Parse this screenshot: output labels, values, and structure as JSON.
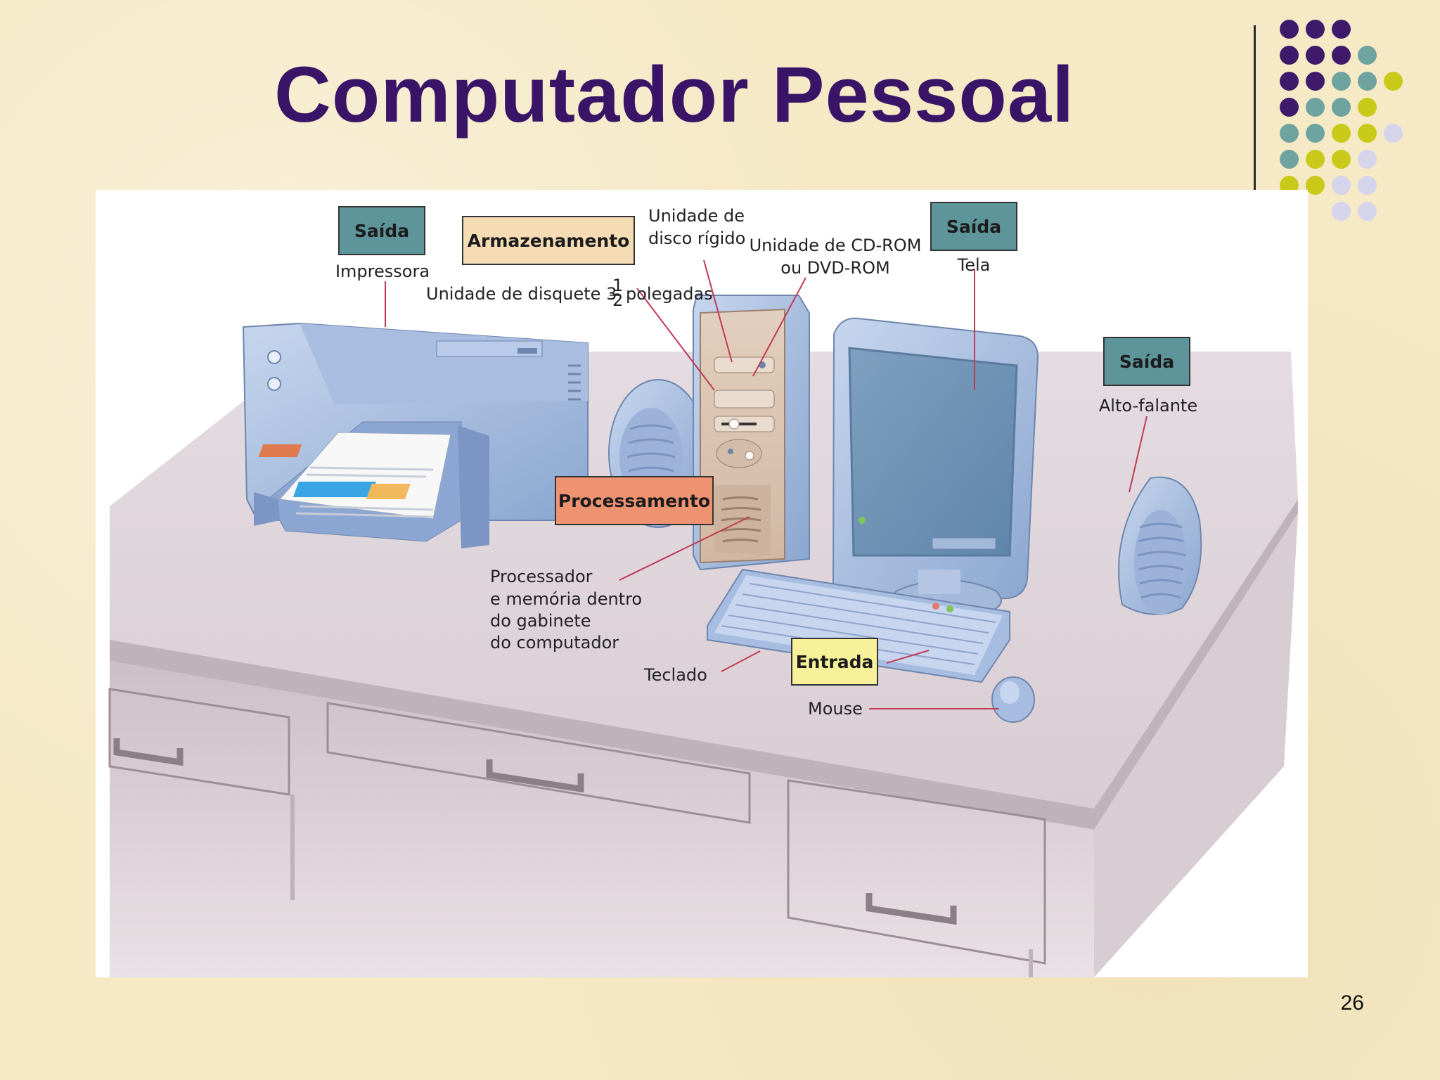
{
  "slide": {
    "title": "Computador Pessoal",
    "page_number": "26"
  },
  "decoration": {
    "dot_colors": {
      "purple": "#3f1a6b",
      "teal": "#6fa39f",
      "yellow": "#c9c919",
      "lavender": "#d6d4ea"
    }
  },
  "diagram": {
    "boxes": {
      "saida_impressora": {
        "text": "Saída",
        "color": "#5e959b"
      },
      "armazenamento": {
        "text": "Armazenamento",
        "color": "#f5dcb5"
      },
      "saida_tela": {
        "text": "Saída",
        "color": "#5e959b"
      },
      "saida_alto_falante": {
        "text": "Saída",
        "color": "#5e959b"
      },
      "processamento": {
        "text": "Processamento",
        "color": "#ee9371"
      },
      "entrada": {
        "text": "Entrada",
        "color": "#f7f29a"
      }
    },
    "labels": {
      "impressora": "Impressora",
      "disco_rigido_1": "Unidade de",
      "disco_rigido_2": "disco rígido",
      "cdrom_1": "Unidade de CD-ROM",
      "cdrom_2": "ou DVD-ROM",
      "tela": "Tela",
      "disquete_a": "Unidade de disquete 3",
      "fraction_num": "1",
      "fraction_den": "2",
      "disquete_b": "polegadas",
      "alto_falante": "Alto-falante",
      "processador_1": "Processador",
      "processador_2": "e memória dentro",
      "processador_3": "do gabinete",
      "processador_4": "do computador",
      "teclado": "Teclado",
      "mouse": "Mouse"
    }
  }
}
